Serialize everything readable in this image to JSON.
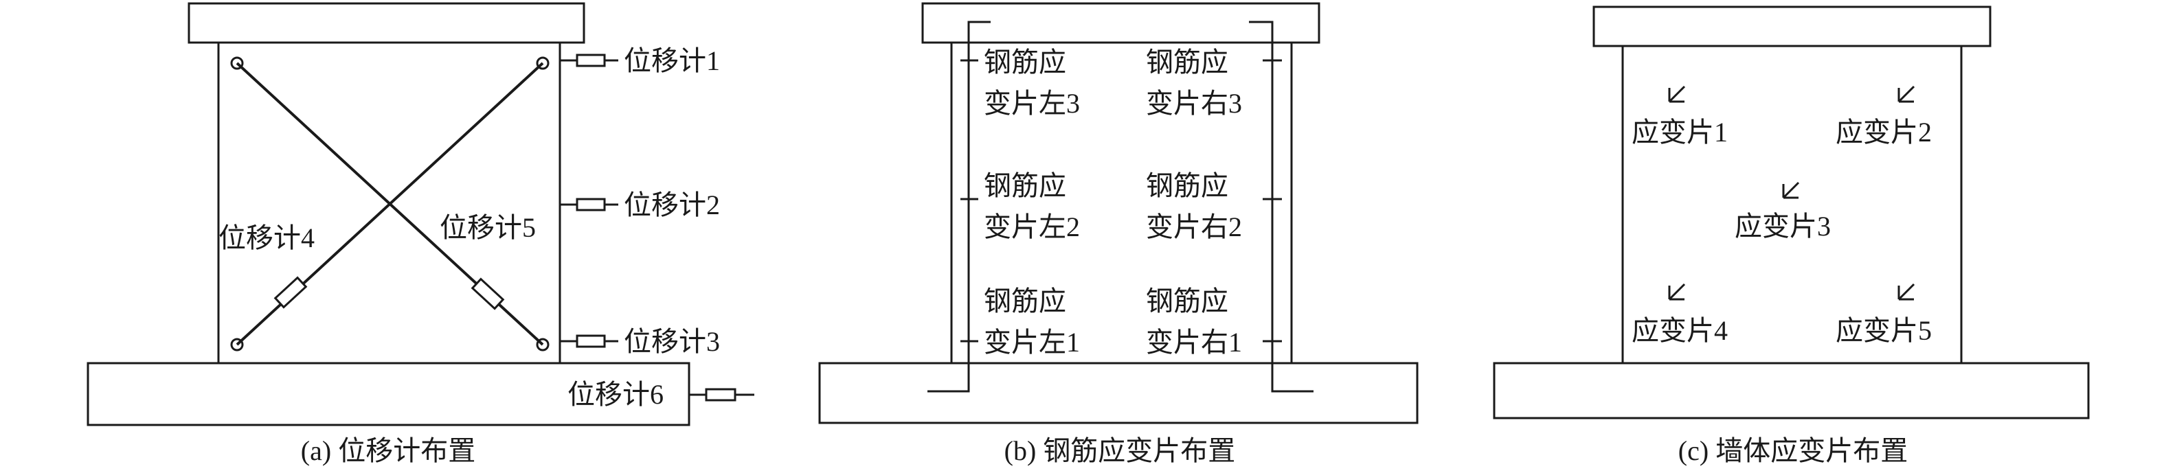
{
  "panel_a": {
    "gauges": [
      "位移计1",
      "位移计2",
      "位移计3",
      "位移计4",
      "位移计5",
      "位移计6"
    ],
    "caption": "(a) 位移计布置"
  },
  "panel_b": {
    "gauges_left": [
      [
        "钢筋应",
        "变片左3"
      ],
      [
        "钢筋应",
        "变片左2"
      ],
      [
        "钢筋应",
        "变片左1"
      ]
    ],
    "gauges_right": [
      [
        "钢筋应",
        "变片右3"
      ],
      [
        "钢筋应",
        "变片右2"
      ],
      [
        "钢筋应",
        "变片右1"
      ]
    ],
    "caption": "(b) 钢筋应变片布置"
  },
  "panel_c": {
    "gauges": [
      "应变片1",
      "应变片2",
      "应变片3",
      "应变片4",
      "应变片5"
    ],
    "caption": "(c) 墙体应变片布置"
  }
}
